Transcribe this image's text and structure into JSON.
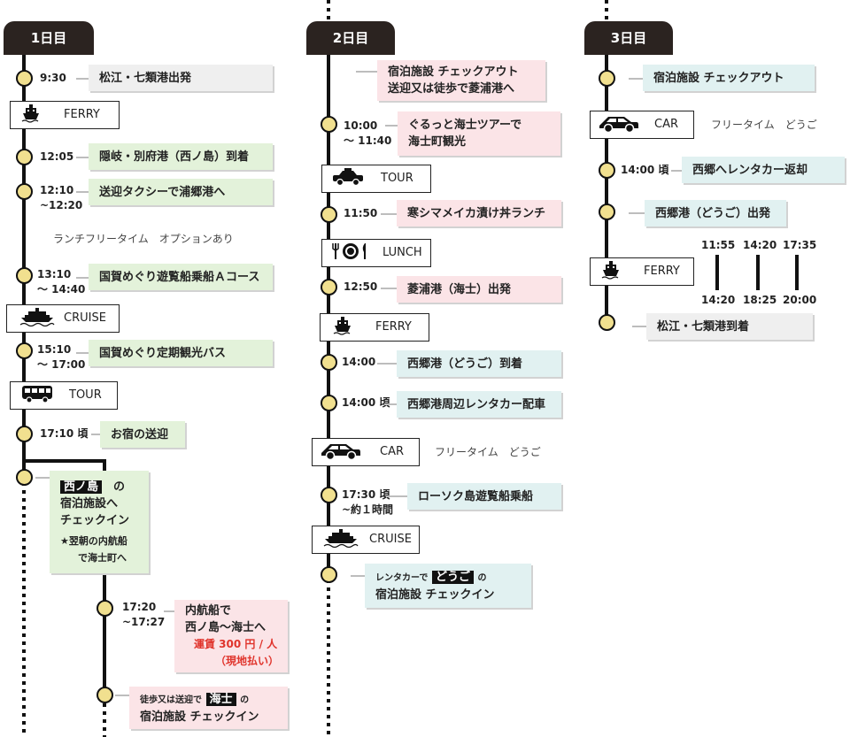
{
  "day1": {
    "header": "1日目",
    "t1_time": "9:30",
    "t1_text": "松江・七類港出発",
    "ferry": "FERRY",
    "t2_time": "12:05",
    "t2_text": "隠岐・別府港（西ノ島）到着",
    "t3_time1": "12:10",
    "t3_time2": "~12:20",
    "t3_text": "送迎タクシーで浦郷港へ",
    "lunch_free": "ランチフリータイム　オプションあり",
    "t4_time1": "13:10",
    "t4_time2": "〜 14:40",
    "t4_text": "国賀めぐり遊覧船乗船Ａコース",
    "cruise": "CRUISE",
    "t5_time1": "15:10",
    "t5_time2": "〜 17:00",
    "t5_text": "国賀めぐり定期観光バス",
    "tour": "TOUR",
    "t6_time": "17:10 頃",
    "t6_text": "お宿の送迎",
    "nishi_place": "西ノ島",
    "nishi_no": "の",
    "nishi_line2": "宿泊施設へ",
    "nishi_line3": "チェックイン",
    "nishi_note1": "★翌朝の内航船",
    "nishi_note2": "で海士町へ",
    "inner_time1": "17:20",
    "inner_time2": "~17:27",
    "inner_line1": "内航船で",
    "inner_line2": "西ノ島〜海士へ",
    "inner_fare": "運賃 300 円 / 人",
    "inner_fare2": "（現地払い）",
    "ama_pre": "徒歩又は送迎で",
    "ama_place": "海士",
    "ama_no": "の",
    "ama_line2": "宿泊施設 チェックイン"
  },
  "day2": {
    "header": "2日目",
    "t1_line1": "宿泊施設 チェックアウト",
    "t1_line2": "送迎又は徒歩で菱浦港へ",
    "t2_time1": "10:00",
    "t2_time2": "〜 11:40",
    "t2_line1": "ぐるっと海士ツアーで",
    "t2_line2": "海士町観光",
    "tour": "TOUR",
    "t3_time": "11:50",
    "t3_text": "寒シマメイカ漬け丼ランチ",
    "lunch": "LUNCH",
    "t4_time": "12:50",
    "t4_text": "菱浦港（海士）出発",
    "ferry": "FERRY",
    "t5_time": "14:00",
    "t5_text": "西郷港（どうご）到着",
    "t6_time": "14:00 頃",
    "t6_text": "西郷港周辺レンタカー配車",
    "car": "CAR",
    "car_free": "フリータイム　どうご",
    "t7_time1": "17:30 頃",
    "t7_time2": "~約１時間",
    "t7_text": "ローソク島遊覧船乗船",
    "cruise": "CRUISE",
    "t8_pre": "レンタカーで",
    "t8_place": "どうご",
    "t8_no": "の",
    "t8_line2": "宿泊施設 チェックイン"
  },
  "day3": {
    "header": "3日目",
    "t1_text": "宿泊施設 チェックアウト",
    "car": "CAR",
    "car_free": "フリータイム　どうご",
    "t2_time": "14:00 頃",
    "t2_text": "西郷へレンタカー返却",
    "t3_text": "西郷港（どうご）出発",
    "ferry": "FERRY",
    "ferry_departures": [
      "11:55",
      "14:20",
      "17:35"
    ],
    "ferry_arrivals": [
      "14:20",
      "18:25",
      "20:00"
    ],
    "t4_text": "松江・七類港到着"
  },
  "colors": {
    "green": "#e3f2da",
    "pink": "#fbe4e7",
    "blue": "#e1f1f1",
    "gray": "#efefef",
    "dot": "#f1e08f",
    "dark": "#2b2320"
  }
}
